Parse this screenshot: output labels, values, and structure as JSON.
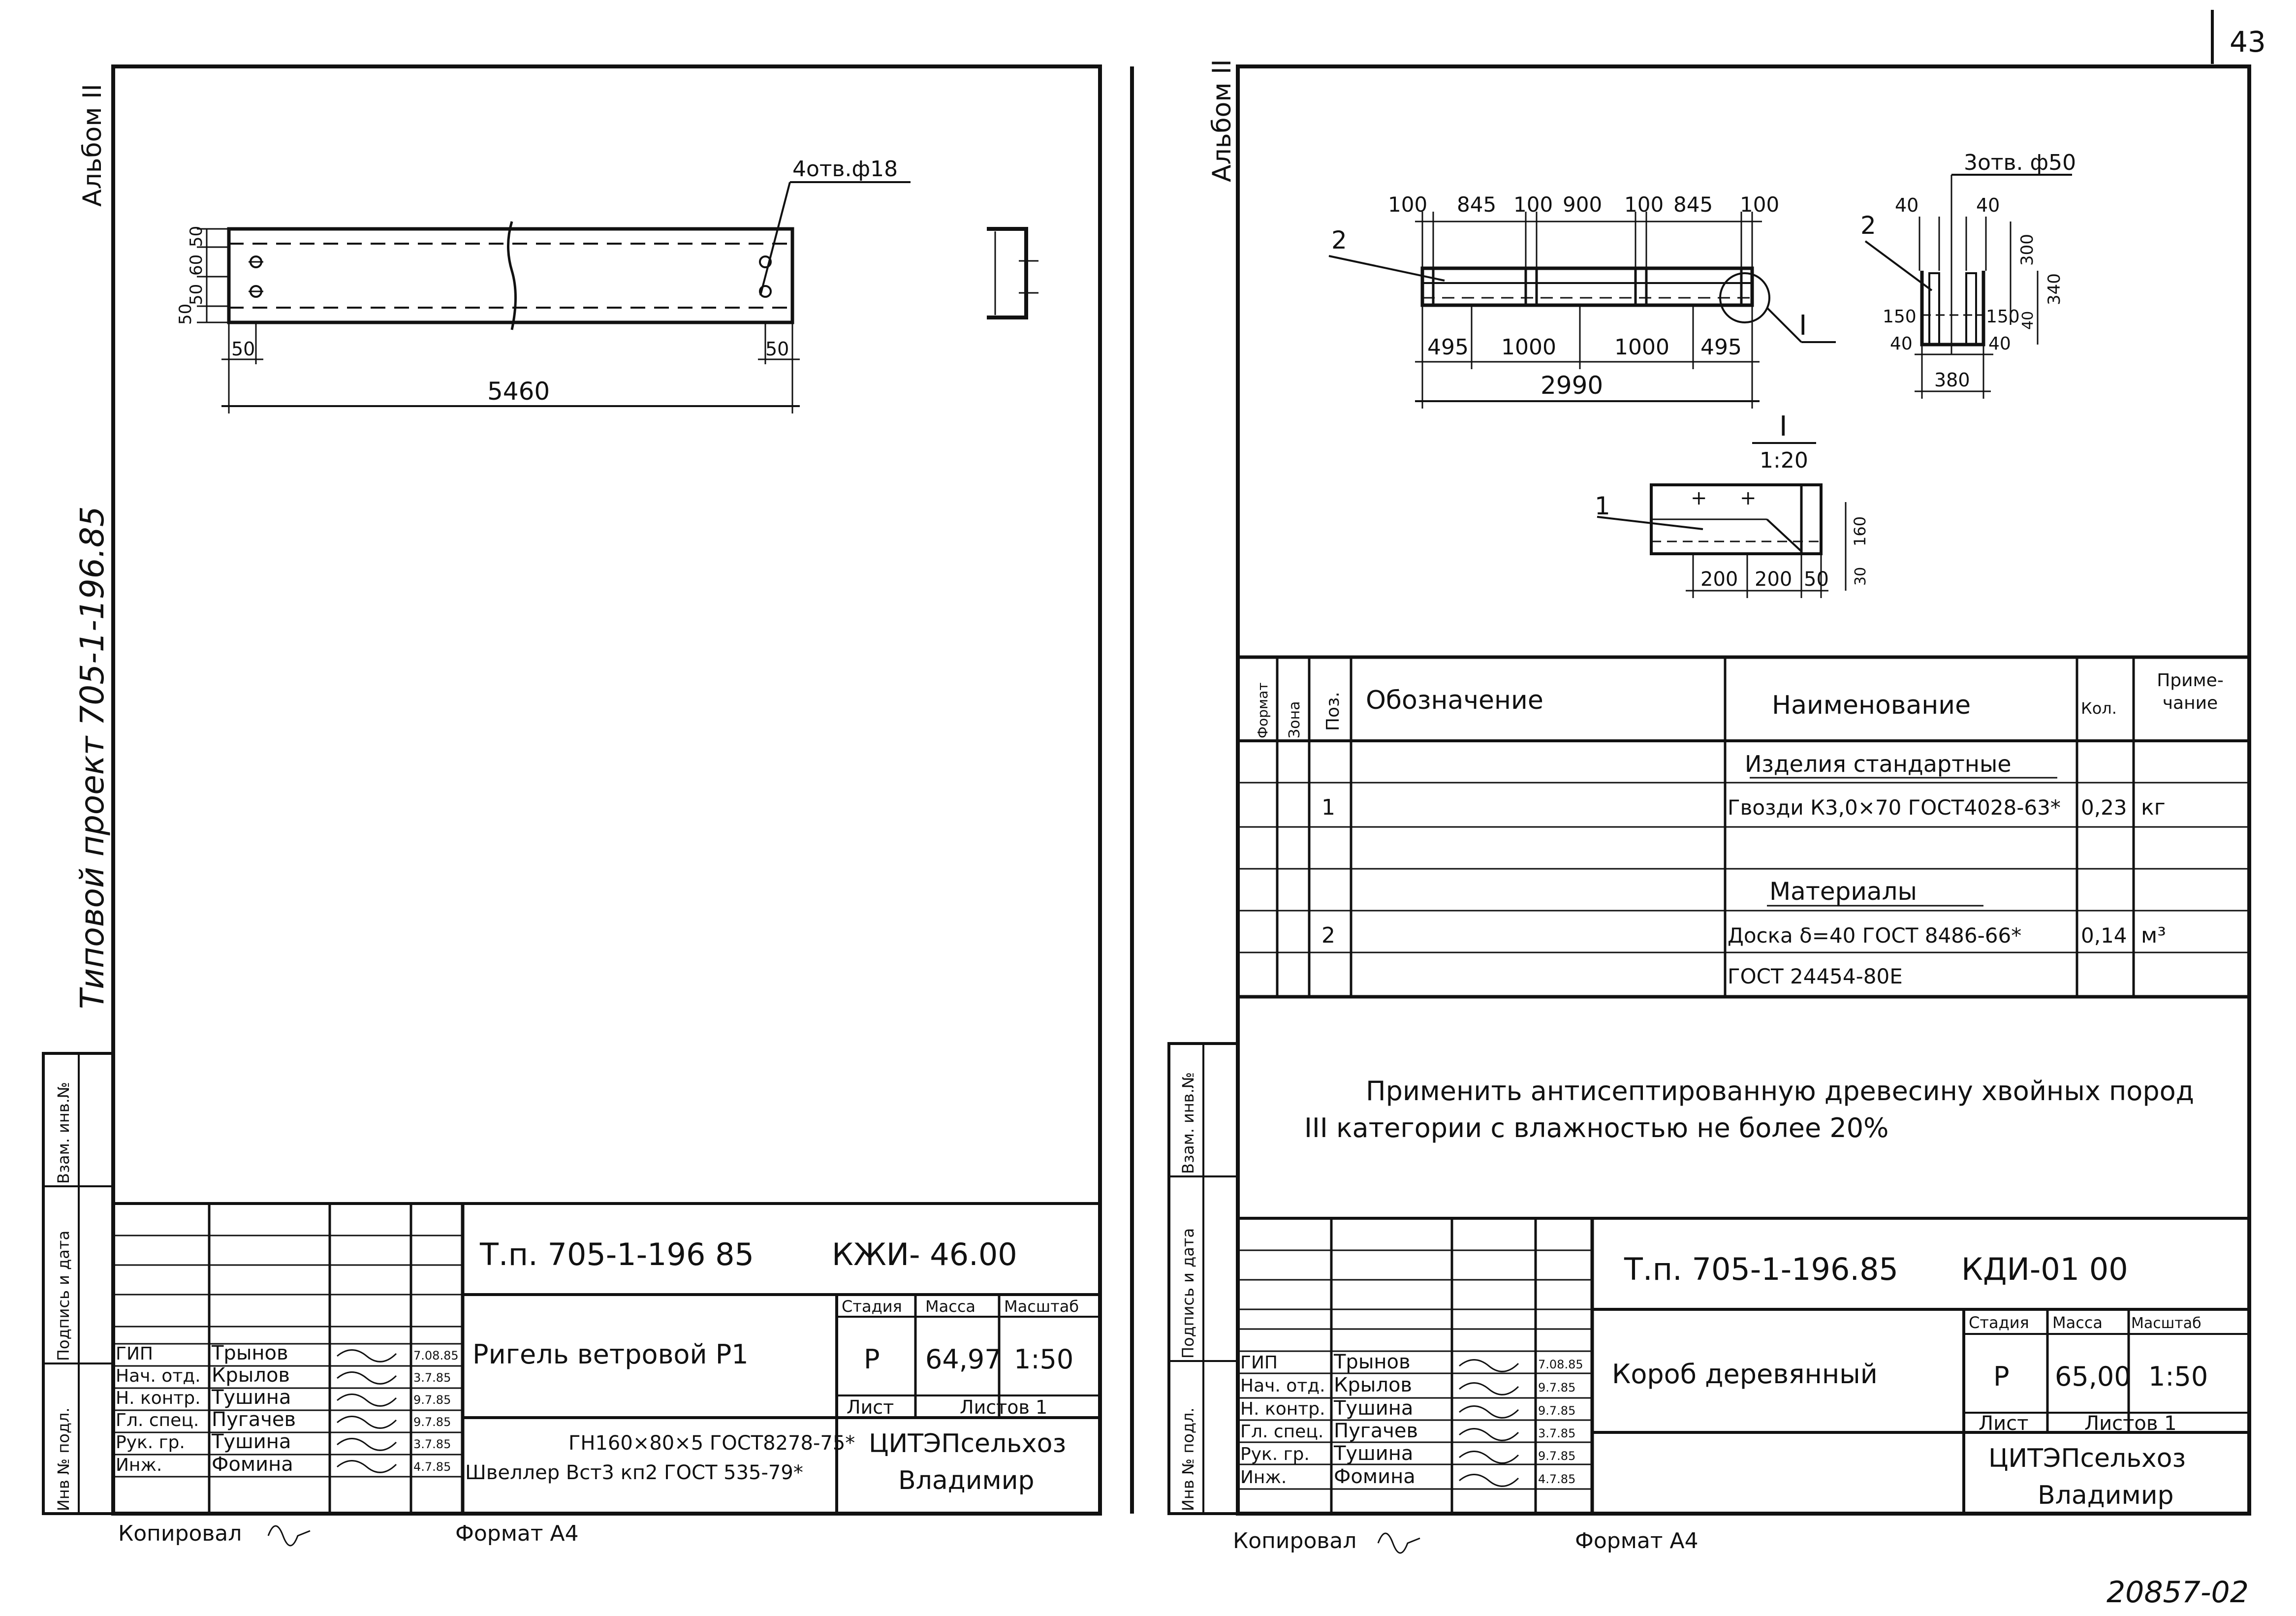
{
  "page_number": "43",
  "bottom_code": "20857-02",
  "left": {
    "album": "Альбом II",
    "project_side": "Типовой проект 705-1-196.85",
    "holes_label": "4отв.ф18",
    "dims": {
      "d50a": "50",
      "d60": "60",
      "d50b": "50",
      "d50c": "50",
      "d50d": "50",
      "d50e": "50",
      "total": "5460"
    },
    "stamp_side": {
      "inv_podl": "Инв № подл.",
      "podp_data": "Подпись и дата",
      "vzam_inv": "Взам. инв.№"
    },
    "code": "Т.п. 705-1-196 85",
    "doc": "КЖИ- 46.00",
    "title": "Ригель ветровой Р1",
    "stage_h": "Стадия",
    "mass_h": "Масса",
    "scale_h": "Масштаб",
    "stage": "Р",
    "mass": "64,97",
    "scale": "1:50",
    "sheet_h": "Лист",
    "sheets_h": "Листов 1",
    "material_line1": "ГН160×80×5 ГОСТ8278-75*",
    "material_line2": "Швеллер Вст3 кп2 ГОСТ 535-79*",
    "org1": "ЦИТЭПсельхоз",
    "org2": "Владимир",
    "roles": [
      {
        "role": "ГИП",
        "name": "Трынов",
        "date": "7.08.85"
      },
      {
        "role": "Нач. отд.",
        "name": "Крылов",
        "date": "3.7.85"
      },
      {
        "role": "Н. контр.",
        "name": "Тушина",
        "date": "9.7.85"
      },
      {
        "role": "Гл. спец.",
        "name": "Пугачев",
        "date": "9.7.85"
      },
      {
        "role": "Рук. гр.",
        "name": "Тушина",
        "date": "3.7.85"
      },
      {
        "role": "Инж.",
        "name": "Фомина",
        "date": "4.7.85"
      }
    ],
    "copied": "Копировал",
    "format": "Формат А4"
  },
  "right": {
    "album": "Альбом II",
    "top_dims": [
      "100",
      "845",
      "100",
      "900",
      "100",
      "845",
      "100"
    ],
    "bottom_dims": [
      "495",
      "1000",
      "1000",
      "495"
    ],
    "total": "2990",
    "pos2": "2",
    "node": "I",
    "holes": "3отв. ф50",
    "sec_dims": {
      "a40": "40",
      "b40": "40",
      "h300": "300",
      "h340": "340",
      "w150a": "150",
      "w150b": "150",
      "w40a": "40",
      "w40b": "40",
      "h40": "40",
      "w380": "380",
      "pos2": "2"
    },
    "detail_title": "I",
    "detail_scale": "1:20",
    "detail_pos": "1",
    "detail_dims": {
      "d200a": "200",
      "d200b": "200",
      "d50": "50",
      "h160": "160",
      "h30": "30"
    },
    "spec_headers": {
      "format": "Формат",
      "zone": "Зона",
      "pos": "Поз.",
      "designation": "Обозначение",
      "name": "Наименование",
      "qty": "Кол.",
      "note": "Приме-чание"
    },
    "spec_rows": [
      {
        "pos": "",
        "name": "Изделия стандартные",
        "qty": "",
        "note": "",
        "section": true
      },
      {
        "pos": "1",
        "name": "Гвозди К3,0×70 ГОСТ4028-63*",
        "qty": "0,23",
        "note": "кг",
        "section": false
      },
      {
        "pos": "",
        "name": "",
        "qty": "",
        "note": "",
        "section": false
      },
      {
        "pos": "",
        "name": "Материалы",
        "qty": "",
        "note": "",
        "section": true
      },
      {
        "pos": "2",
        "name": "Доска δ=40  ГОСТ 8486-66*",
        "qty": "0,14",
        "note": "м³",
        "section": false
      },
      {
        "pos": "",
        "name": "ГОСТ 24454-80Е",
        "qty": "",
        "note": "",
        "section": false
      }
    ],
    "note_line1": "Применить антисептированную древесину хвойных пород",
    "note_line2": "III категории с влажностью не более 20%",
    "stamp_side": {
      "inv_podl": "Инв № подл.",
      "podp_data": "Подпись и дата",
      "vzam_inv": "Взам. инв.№"
    },
    "code": "Т.п. 705-1-196.85",
    "doc": "КДИ-01 00",
    "title": "Короб деревянный",
    "stage_h": "Стадия",
    "mass_h": "Масса",
    "scale_h": "Масштаб",
    "stage": "Р",
    "mass": "65,00",
    "scale": "1:50",
    "sheet_h": "Лист",
    "sheets_h": "Листов 1",
    "org1": "ЦИТЭПсельхоз",
    "org2": "Владимир",
    "roles": [
      {
        "role": "ГИП",
        "name": "Трынов",
        "date": "7.08.85"
      },
      {
        "role": "Нач. отд.",
        "name": "Крылов",
        "date": "9.7.85"
      },
      {
        "role": "Н. контр.",
        "name": "Тушина",
        "date": "9.7.85"
      },
      {
        "role": "Гл. спец.",
        "name": "Пугачев",
        "date": "3.7.85"
      },
      {
        "role": "Рук. гр.",
        "name": "Тушина",
        "date": "9.7.85"
      },
      {
        "role": "Инж.",
        "name": "Фомина",
        "date": "4.7.85"
      }
    ],
    "copied": "Копировал",
    "format": "Формат А4"
  }
}
